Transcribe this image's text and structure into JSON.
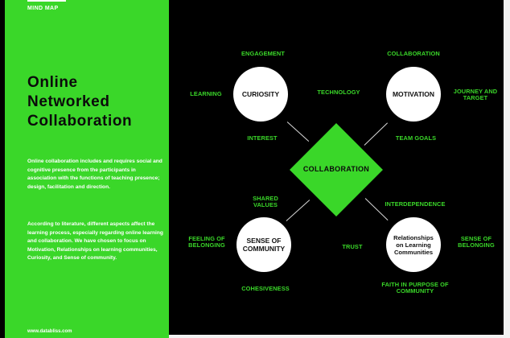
{
  "sidebar": {
    "kicker": "MIND MAP",
    "title_lines": [
      "Online",
      "Networked",
      "Collaboration"
    ],
    "paragraph1": "Online collaboration includes and requires social and cognitive presence from the participants in association  with the functions of teaching presence; design, facilitation and direction.",
    "paragraph2": "According to literature, different aspects affect the learning process, especially regarding online learning and collaboration. We have chosen to focus on Motivation, Relationships on learning communities,  Curiosity, and Sense of community.",
    "footer": "www.databliss.com"
  },
  "mindmap": {
    "center": "COLLABORATION",
    "nodes": {
      "curiosity": "CURIOSITY",
      "motivation": "MOTIVATION",
      "sense_of_community": "SENSE OF COMMUNITY",
      "relationships": "Relationships on Learning Communities"
    },
    "labels": {
      "engagement": "ENGAGEMENT",
      "collaboration_top": "COLLABORATION",
      "learning": "LEARNING",
      "technology": "TECHNOLOGY",
      "journey": "JOURNEY AND TARGET",
      "interest": "INTEREST",
      "team_goals": "TEAM GOALS",
      "shared_values": "SHARED VALUES",
      "interdependence": "INTERDEPENDENCE",
      "feeling": "FEELING OF BELONGING",
      "trust": "TRUST",
      "sense_belonging": "SENSE OF BELONGING",
      "cohesiveness": "COHESIVENESS",
      "faith": "FAITH IN PURPOSE OF COMMUNITY"
    }
  },
  "colors": {
    "accent": "#3ad729",
    "background": "#000000",
    "node": "#ffffff"
  }
}
